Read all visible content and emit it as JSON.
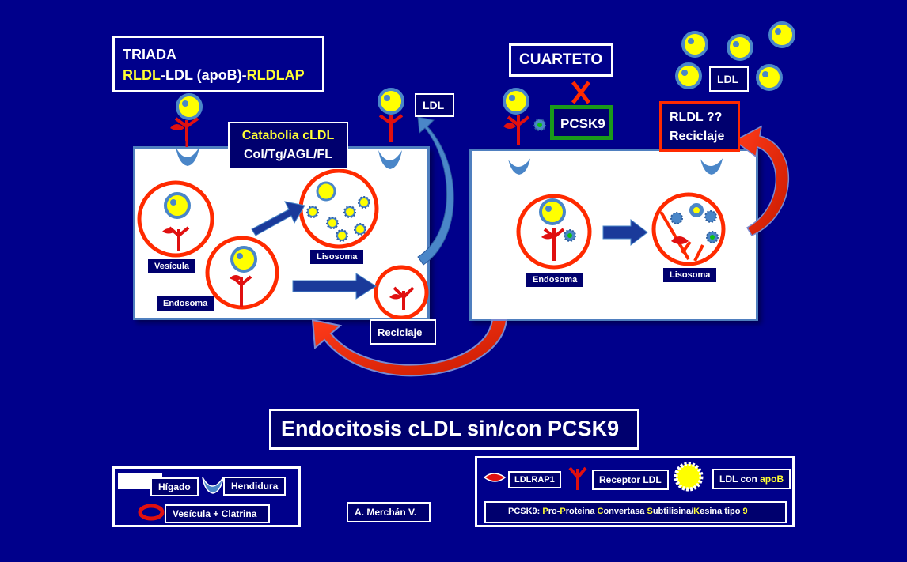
{
  "triada": {
    "title": "TRIADA",
    "line2_a": "RLDL",
    "line2_b": "-LDL (apoB)-",
    "line2_c": "RLDLAP"
  },
  "catabolia": {
    "line1": "Catabolia cLDL",
    "line2": "Col/Tg/AGL/FL"
  },
  "ldl_left": "LDL",
  "vesicula": "Vesícula",
  "endosoma_left": "Endosoma",
  "lisosoma_left": "Lisosoma",
  "reciclaje_left": "Reciclaje",
  "cuarteto": "CUARTETO",
  "pcsk9": "PCSK9",
  "rldl_box": {
    "line1": "RLDL ??",
    "line2": "Reciclaje"
  },
  "ldl_right": "LDL",
  "endosoma_right": "Endosoma",
  "lisosoma_right": "Lisosoma",
  "main_title": "Endocitosis cLDL sin/con  PCSK9",
  "legend_left": {
    "higado": "Hígado",
    "hendidura": "Hendidura",
    "vesicula_clatrina": "Vesícula + Clatrina"
  },
  "author": "A. Merchán V.",
  "legend_right": {
    "ldlrap1": "LDLRAP1",
    "receptor": "Receptor LDL",
    "ldl_apob_a": "LDL con ",
    "ldl_apob_b": "apoB",
    "pcsk9_def": {
      "prefix": "PCSK9: ",
      "P1": "P",
      "t1": "ro-",
      "P2": "P",
      "t2": "roteina ",
      "C": "C",
      "t3": "onvertasa ",
      "S": "S",
      "t4": "ubtilisina/",
      "K": "K",
      "t5": "esina tipo ",
      "n": "9"
    }
  },
  "colors": {
    "background": "#00008b",
    "accent_red": "#ff2a00",
    "yellow": "#ffff00",
    "panel_border": "#4f7fbf"
  }
}
